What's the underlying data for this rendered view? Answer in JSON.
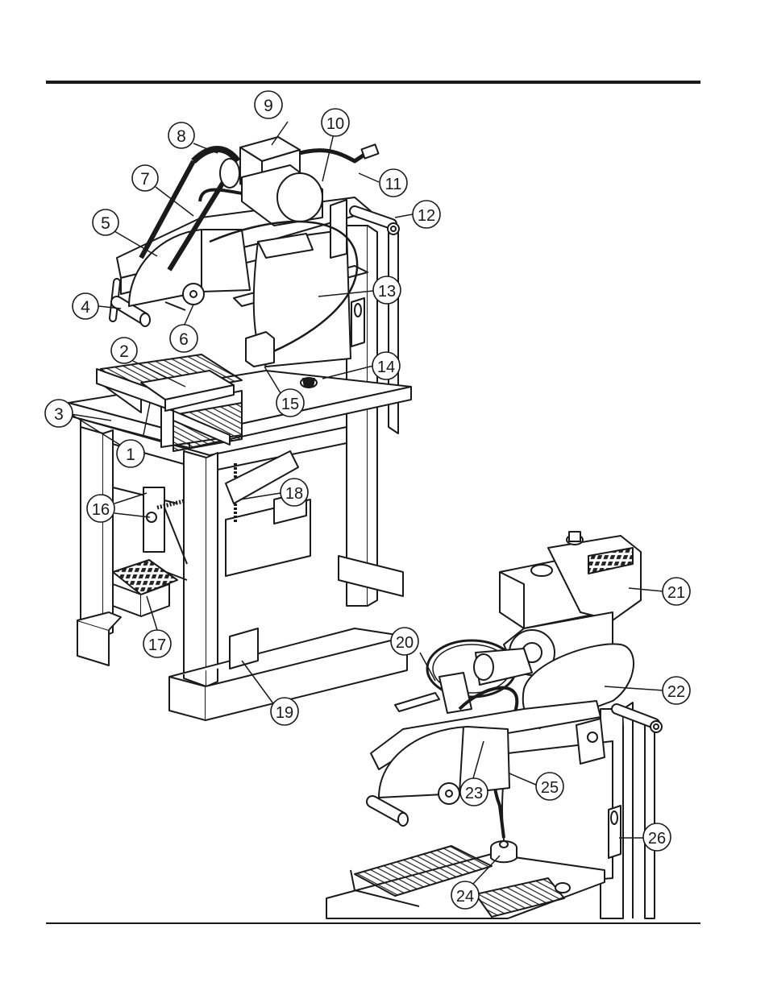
{
  "callouts": [
    {
      "id": "c1",
      "label": "1"
    },
    {
      "id": "c2",
      "label": "2"
    },
    {
      "id": "c3",
      "label": "3"
    },
    {
      "id": "c4",
      "label": "4"
    },
    {
      "id": "c5",
      "label": "5"
    },
    {
      "id": "c6",
      "label": "6"
    },
    {
      "id": "c7",
      "label": "7"
    },
    {
      "id": "c8",
      "label": "8"
    },
    {
      "id": "c9",
      "label": "9"
    },
    {
      "id": "c10",
      "label": "10"
    },
    {
      "id": "c11",
      "label": "11"
    },
    {
      "id": "c12",
      "label": "12"
    },
    {
      "id": "c13",
      "label": "13"
    },
    {
      "id": "c14",
      "label": "14"
    },
    {
      "id": "c15",
      "label": "15"
    },
    {
      "id": "c16",
      "label": "16"
    },
    {
      "id": "c17",
      "label": "17"
    },
    {
      "id": "c18",
      "label": "18"
    },
    {
      "id": "c19",
      "label": "19"
    },
    {
      "id": "c20",
      "label": "20"
    },
    {
      "id": "c21",
      "label": "21"
    },
    {
      "id": "c22",
      "label": "22"
    },
    {
      "id": "c23",
      "label": "23"
    },
    {
      "id": "c24",
      "label": "24"
    },
    {
      "id": "c25",
      "label": "25"
    },
    {
      "id": "c26",
      "label": "26"
    }
  ],
  "colors": {
    "ink": "#1a1a1a",
    "rule": "#1a1a1a",
    "background": "#ffffff"
  }
}
